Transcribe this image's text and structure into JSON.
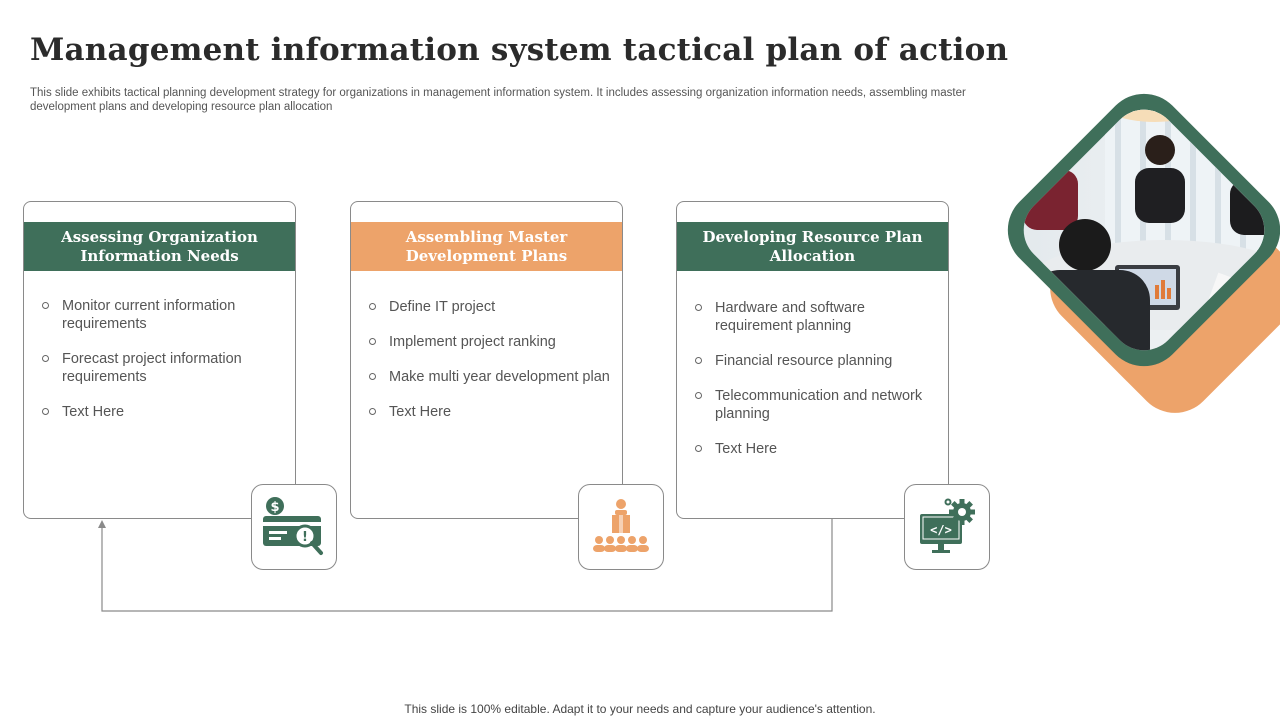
{
  "title": "Management information system tactical plan of action",
  "subtitle": "This slide exhibits tactical planning development strategy for organizations in management information system. It includes assessing organization information needs, assembling master development plans and developing resource plan allocation",
  "colors": {
    "green": "#3f6f5a",
    "orange": "#eda36a",
    "border": "#8a8a8a"
  },
  "cards": [
    {
      "header": "Assessing Organization Information Needs",
      "items": [
        "Monitor  current information requirements",
        "Forecast project information requirements",
        "Text Here"
      ],
      "icon": "money-search-icon"
    },
    {
      "header": "Assembling Master Development Plans",
      "items": [
        "Define IT project",
        "Implement project ranking",
        "Make multi year development plan",
        "Text Here"
      ],
      "icon": "presenter-audience-icon"
    },
    {
      "header": "Developing Resource Plan Allocation",
      "items": [
        "Hardware and software requirement planning",
        "Financial resource planning",
        "Telecommunication and network planning",
        "Text Here"
      ],
      "icon": "code-monitor-gear-icon"
    }
  ],
  "icon_texts": {
    "dollar": "$",
    "code": "</>"
  },
  "footer": "This slide is 100% editable. Adapt it to your needs and capture your audience's attention."
}
